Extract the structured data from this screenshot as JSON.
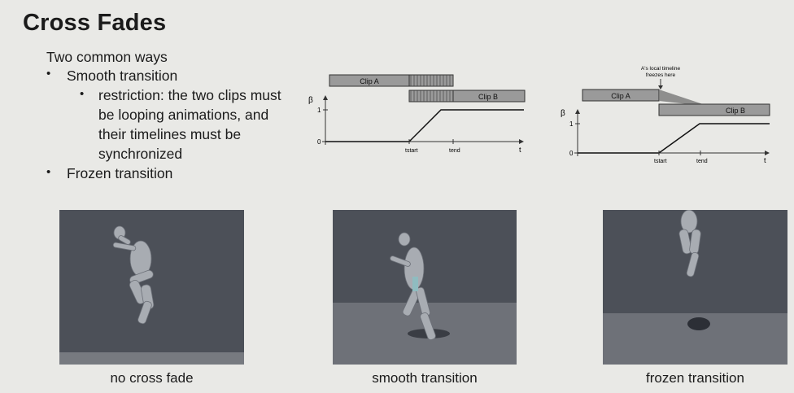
{
  "slide": {
    "title": "Cross Fades",
    "intro": "Two common ways",
    "bullets": {
      "smooth": "Smooth transition",
      "restriction_lines": [
        "restriction: the two clips must",
        "be looping animations, and",
        "their timelines must be",
        "synchronized"
      ],
      "frozen": "Frozen transition"
    }
  },
  "diagram_smooth": {
    "clip_a": "Clip A",
    "clip_b": "Clip B",
    "beta": "β",
    "one": "1",
    "zero": "0",
    "t_start": "tstart",
    "t_end": "tend",
    "t": "t"
  },
  "diagram_frozen": {
    "note_line1": "A's local timeline",
    "note_line2": "freezes here",
    "clip_a": "Clip A",
    "clip_b": "Clip B",
    "beta": "β",
    "one": "1",
    "zero": "0",
    "t_start": "tstart",
    "t_end": "tend",
    "t": "t"
  },
  "captions": {
    "no_fade": "no cross fade",
    "smooth": "smooth transition",
    "frozen": "frozen transition"
  }
}
